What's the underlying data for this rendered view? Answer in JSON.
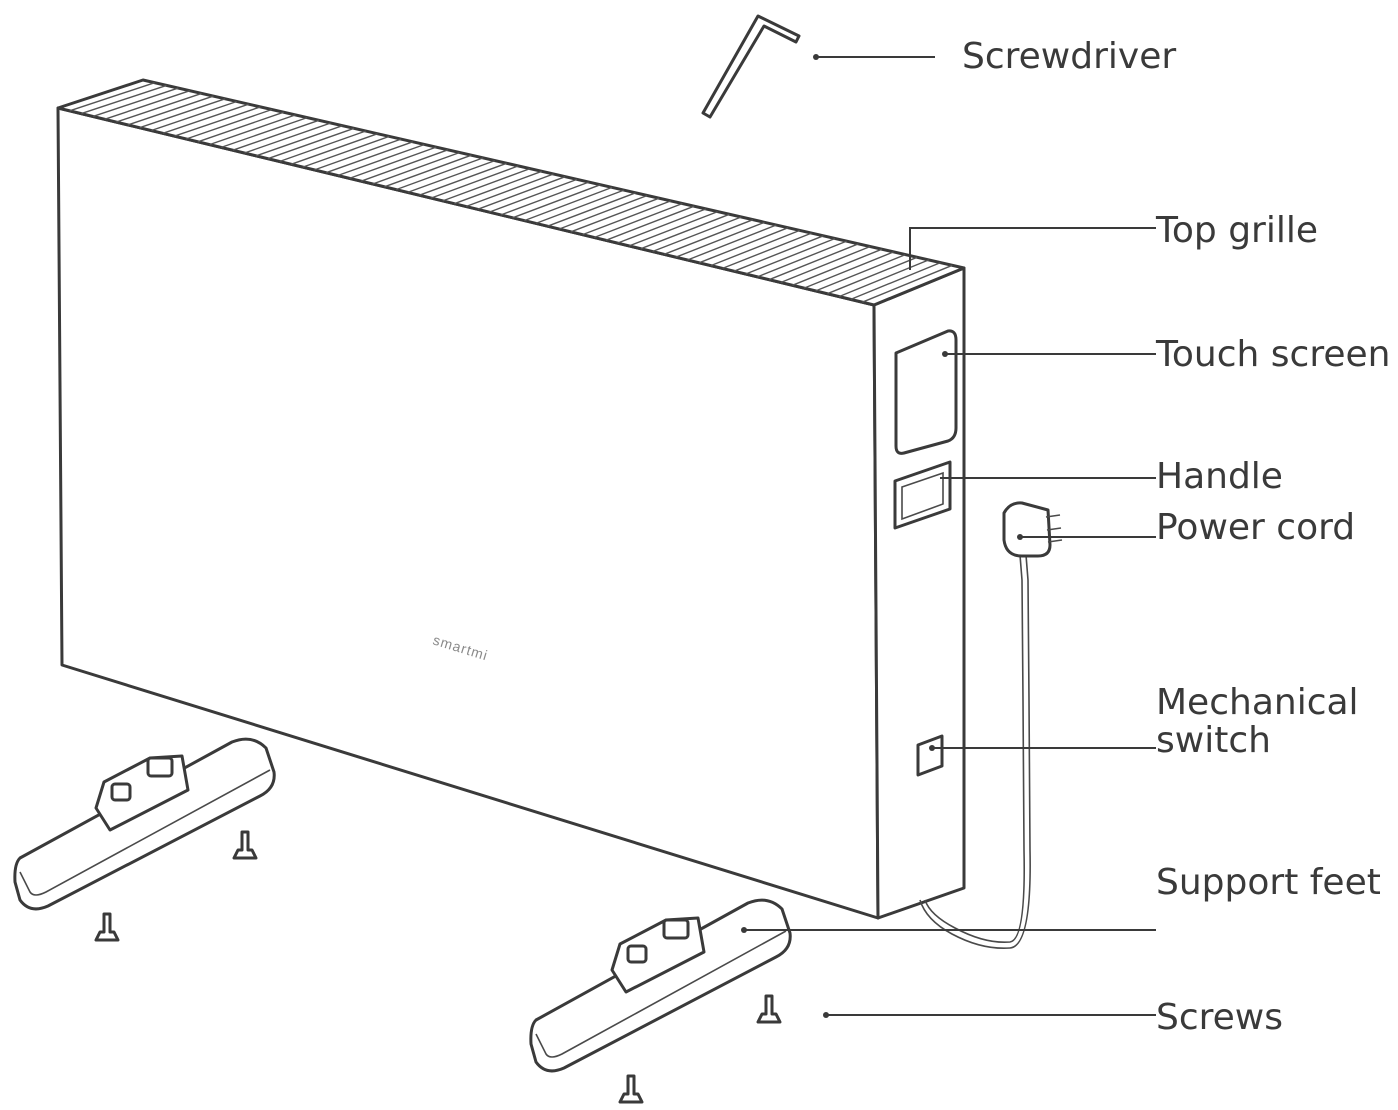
{
  "labels": {
    "screwdriver": "Screwdriver",
    "top_grille": "Top grille",
    "touch_screen": "Touch screen",
    "handle": "Handle",
    "power_cord": "Power cord",
    "mechanical_switch_line1": "Mechanical",
    "mechanical_switch_line2": "switch",
    "support_feet": "Support feet",
    "screws": "Screws"
  },
  "brand_logo": "smartmi",
  "colors": {
    "line": "#3a3a3a",
    "background": "#ffffff",
    "logo": "#8a8a8a"
  }
}
